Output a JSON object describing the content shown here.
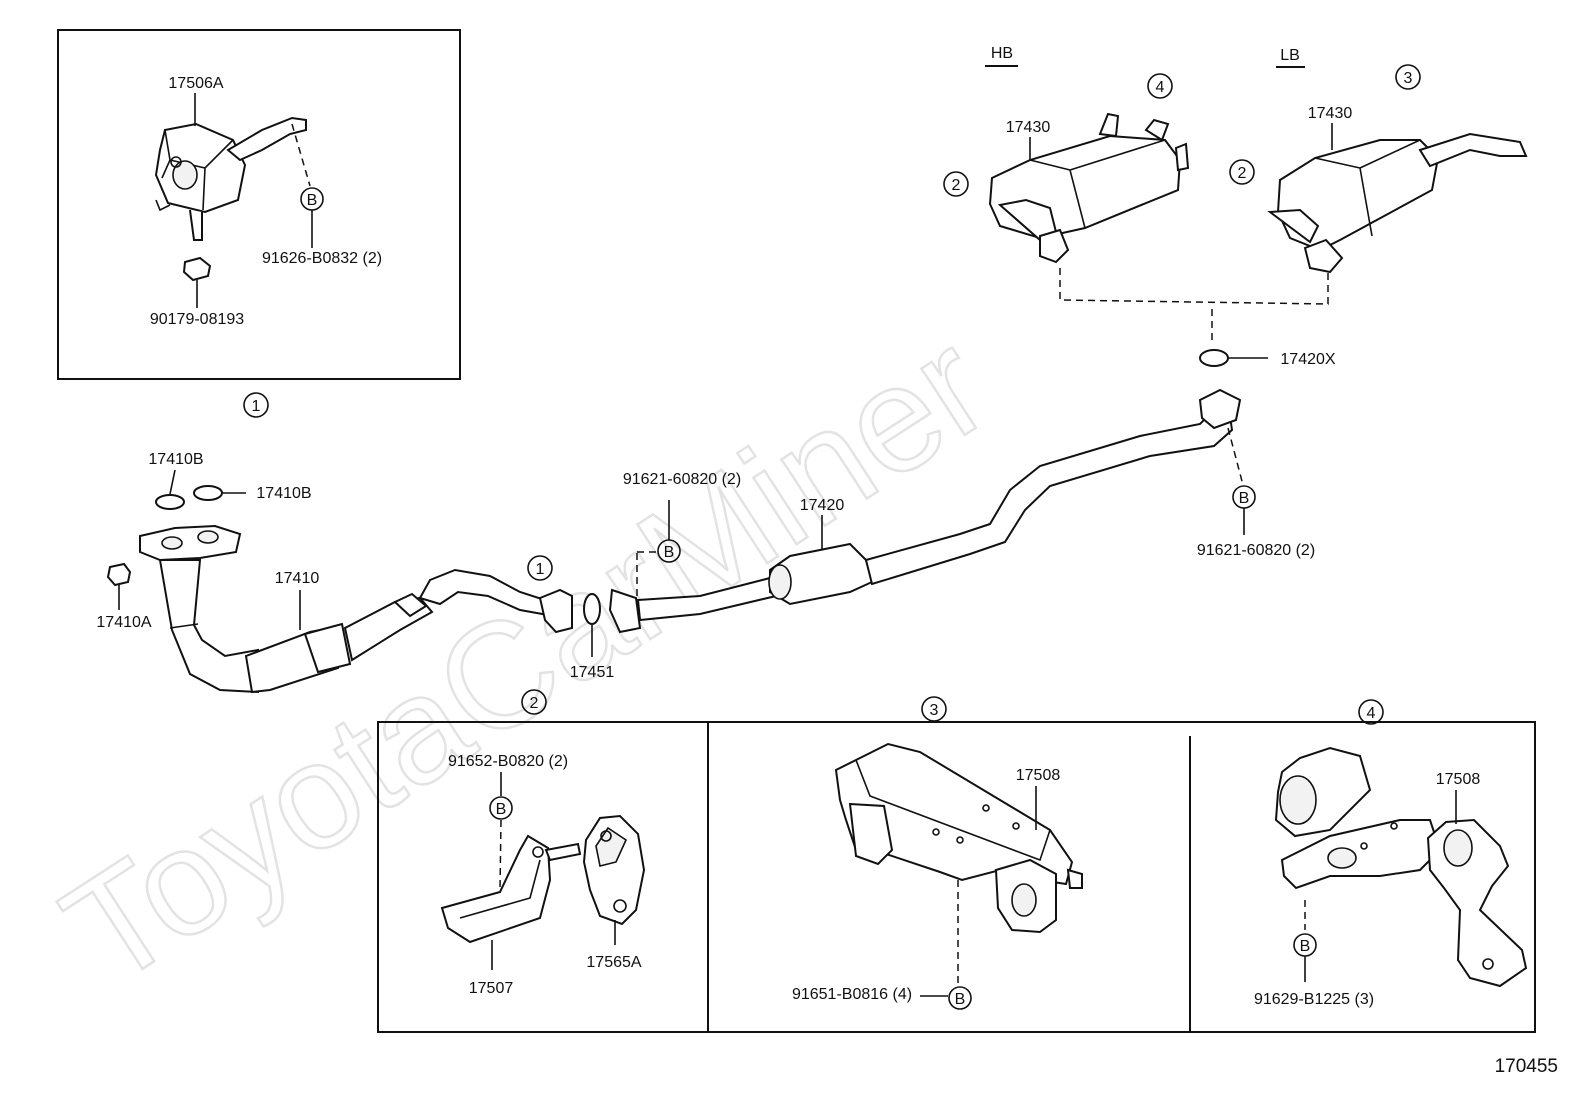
{
  "watermark": "ToyotaCarMiner",
  "drawing_number": "170455",
  "labels": {
    "p17506A": "17506A",
    "p91626": "91626-B0832 (2)",
    "p90179": "90179-08193",
    "p17410B_1": "17410B",
    "p17410B_2": "17410B",
    "p17410A": "17410A",
    "p17410": "17410",
    "p17451": "17451",
    "p91621_a": "91621-60820 (2)",
    "p17420": "17420",
    "p91621_b": "91621-60820 (2)",
    "p17420X": "17420X",
    "p17430_hb": "17430",
    "p17430_lb": "17430",
    "hb": "HB",
    "lb": "LB",
    "p91652": "91652-B0820 (2)",
    "p17507": "17507",
    "p17565A": "17565A",
    "p17508_3": "17508",
    "p91651": "91651-B0816 (4)",
    "p17508_4": "17508",
    "p91629": "91629-B1225 (3)"
  },
  "callouts": {
    "one": "1",
    "two": "2",
    "three": "3",
    "four": "4",
    "bolt": "B"
  }
}
